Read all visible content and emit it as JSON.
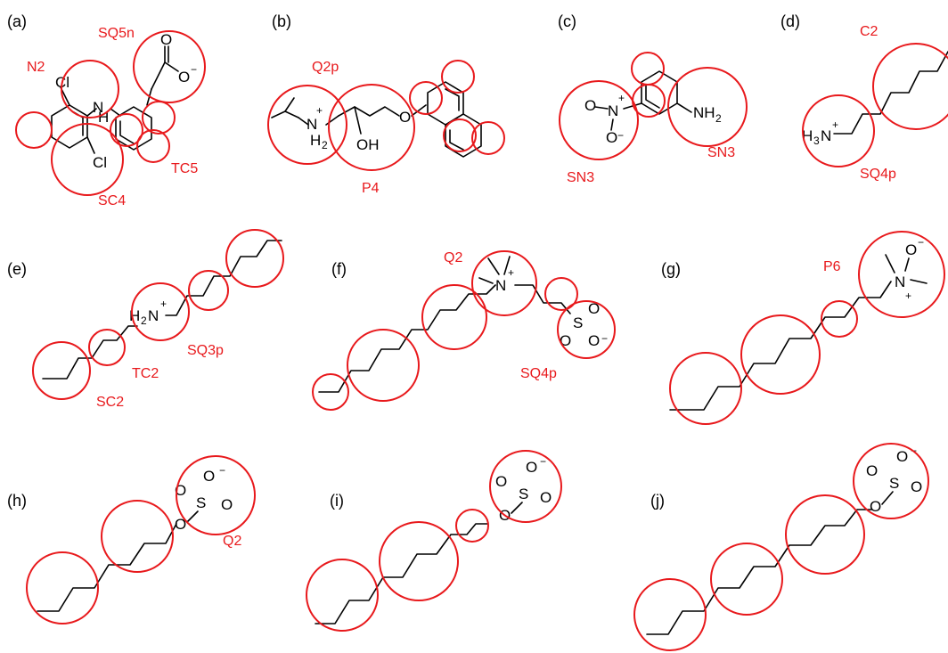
{
  "panels": {
    "a": {
      "label": "(a)",
      "beads": [
        "N2",
        "SQ5n",
        "SC4",
        "TC5"
      ],
      "atoms": {
        "cl1": "Cl",
        "cl2": "Cl",
        "nh_h": "H",
        "nh_n": "N",
        "o1": "O",
        "o2": "O",
        "o2_charge": "−"
      }
    },
    "b": {
      "label": "(b)",
      "beads": [
        "Q2p",
        "P4"
      ],
      "atoms": {
        "n": "N",
        "n_plus": "+",
        "n_h2": "H",
        "n_h2_sub": "2",
        "oh": "OH",
        "o": "O"
      }
    },
    "c": {
      "label": "(c)",
      "beads": [
        "SN3",
        "SN3"
      ],
      "atoms": {
        "o_top": "O",
        "n": "N",
        "n_plus": "+",
        "o_bottom": "O",
        "o_minus": "−",
        "nh": "NH",
        "nh_sub": "2"
      }
    },
    "d": {
      "label": "(d)",
      "beads": [
        "C2",
        "SQ4p"
      ],
      "atoms": {
        "h3n": "H",
        "h3n_sub": "3",
        "h3n_n": "N",
        "h3n_plus": "+"
      }
    },
    "e": {
      "label": "(e)",
      "beads": [
        "SQ3p",
        "TC2",
        "SC2"
      ],
      "atoms": {
        "h2n": "H",
        "h2n_sub": "2",
        "h2n_n": "N",
        "h2n_plus": "+"
      }
    },
    "f": {
      "label": "(f)",
      "beads": [
        "Q2",
        "SQ4p"
      ],
      "atoms": {
        "n": "N",
        "n_plus": "+",
        "s": "S",
        "o1": "O",
        "o2": "O",
        "o3": "O",
        "o3_minus": "−"
      }
    },
    "g": {
      "label": "(g)",
      "beads": [
        "P6"
      ],
      "atoms": {
        "n": "N",
        "n_plus": "+",
        "o": "O",
        "o_minus": "−"
      }
    },
    "h": {
      "label": "(h)",
      "beads": [
        "Q2"
      ],
      "atoms": {
        "s": "S",
        "o_top": "O",
        "o_minus": "−",
        "o_left": "O",
        "o_right": "O",
        "o_bottom": "O"
      }
    },
    "i": {
      "label": "(i)",
      "atoms": {
        "s": "S",
        "o_top": "O",
        "o_minus": "−",
        "o_left": "O",
        "o_right": "O",
        "o_bottom": "O"
      }
    },
    "j": {
      "label": "(j)",
      "atoms": {
        "s": "S",
        "o_top": "O",
        "o_minus": "−",
        "o_left": "O",
        "o_right": "O",
        "o_bottom": "O"
      }
    }
  },
  "colors": {
    "bead": "#e8191c",
    "bond": "#000000",
    "background": "#ffffff"
  }
}
